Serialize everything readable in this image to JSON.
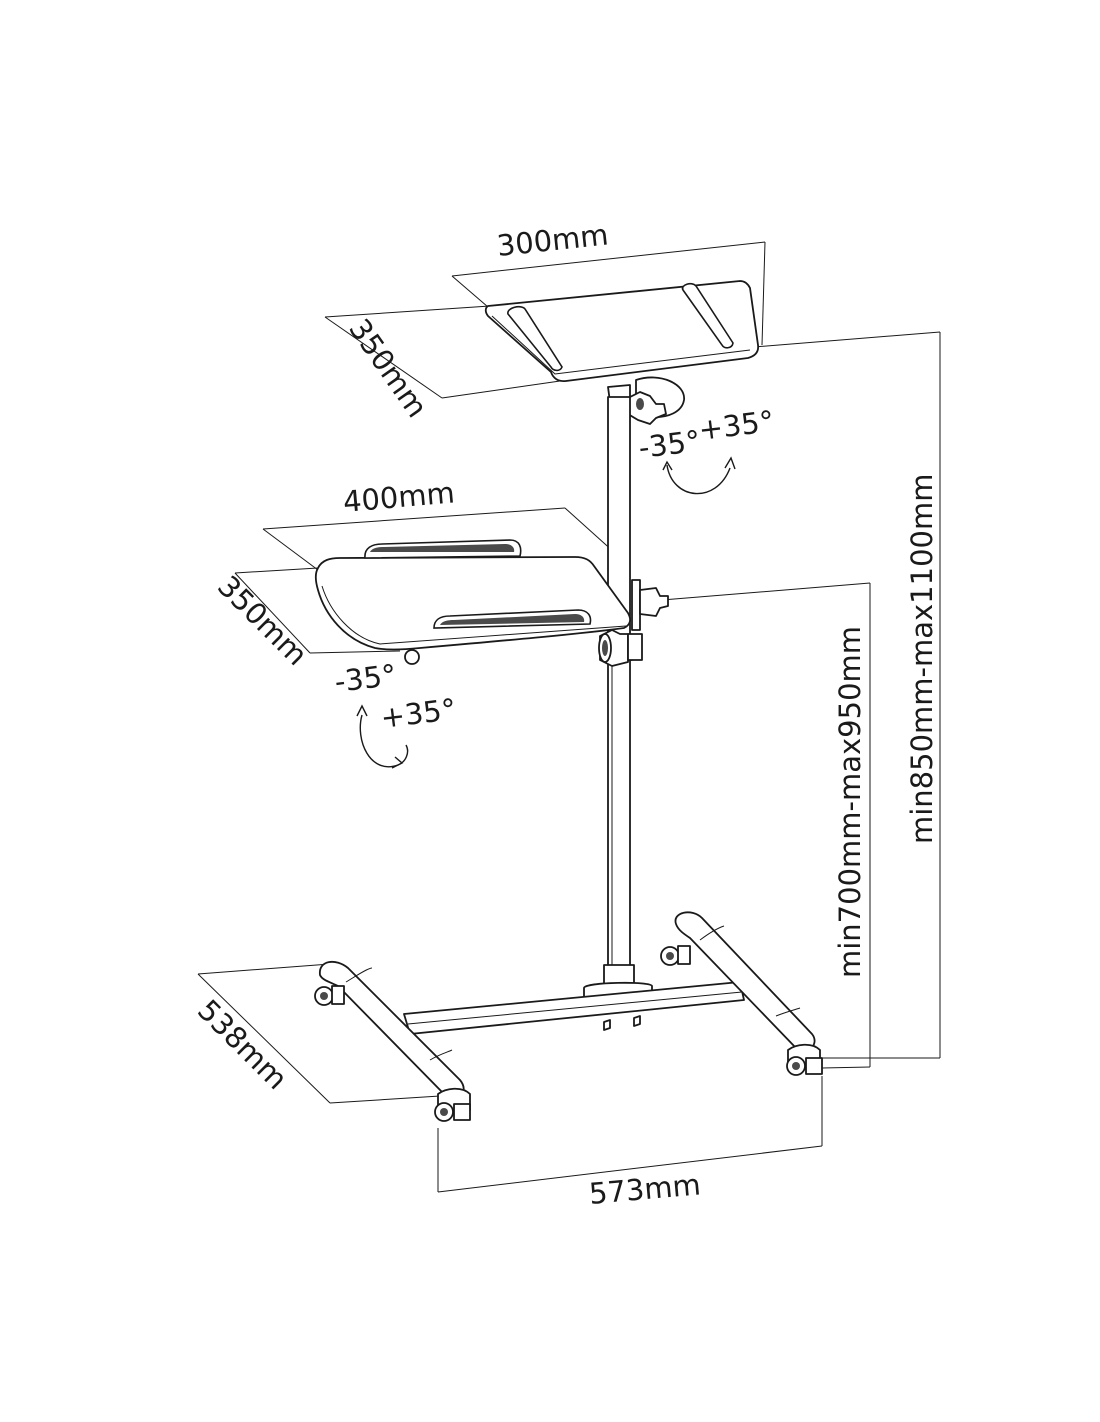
{
  "dimensions": {
    "top_tray_width": "300mm",
    "top_tray_depth": "350mm",
    "top_tray_tilt_neg": "-35°",
    "top_tray_tilt_pos": "+35°",
    "lower_tray_width": "400mm",
    "lower_tray_depth": "350mm",
    "lower_tray_tilt_neg": "-35°",
    "lower_tray_tilt_pos": "+35°",
    "lower_tray_height": "min700mm-max950mm",
    "total_height": "min850mm-max1100mm",
    "base_depth": "538mm",
    "base_width": "573mm"
  }
}
